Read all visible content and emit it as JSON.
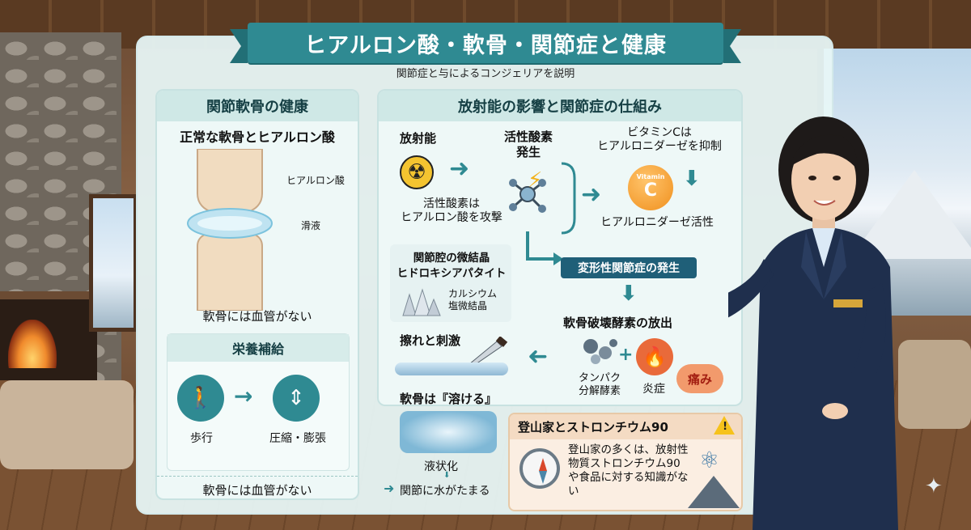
{
  "header": {
    "title": "ヒアルロン酸・軟骨・関節症と健康",
    "subtitle": "関節症と与によるコンジェリアを説明"
  },
  "left_panel": {
    "title": "関節軟骨の健康",
    "heading": "正常な軟骨とヒアルロン酸",
    "label_hyaluronic": "ヒアルロン酸",
    "label_synovial": "滑液",
    "note_top": "軟骨には血管がない",
    "nutrition": {
      "title": "栄養補給",
      "walk_label": "歩行",
      "compress_label": "圧縮・膨張"
    },
    "note_bottom": "軟骨には血管がない"
  },
  "right_panel": {
    "title": "放射能の影響と関節症の仕組み",
    "radioactivity": "放射能",
    "ros_generation": "活性酸素\n発生",
    "ros_attack": "活性酸素は\nヒアルロン酸を攻撃",
    "vitc_note": "ビタミンCは\nヒアルロニダーゼを抑制",
    "vitc_icon_text": "Vitamin",
    "vitc_letter": "C",
    "hyaluronidase_active": "ヒアルロニダーゼ活性",
    "oa_onset": "変形性関節症の発生",
    "crystal_title": "関節腔の微結晶\nヒドロキシアパタイト",
    "crystal_caption": "カルシウム\n塩微結晶",
    "enzyme_release": "軟骨破壊酵素の放出",
    "friction": "擦れと刺激",
    "protease": "タンパク\n分解酵素",
    "inflammation": "炎症",
    "pain": "痛み",
    "melts": "軟骨は『溶ける』",
    "liquefy": "液状化",
    "effusion": "関節に水がたまる"
  },
  "mountaineer_box": {
    "title": "登山家とストロンチウム90",
    "warning_mark": "!",
    "text": "登山家の多くは、放射性物質ストロンチウム90や食品に対する知識がない"
  },
  "colors": {
    "teal": "#2f8a92",
    "navy_box": "#1f5f78",
    "orange": "#f0901e",
    "warning": "#f6c21b"
  },
  "icons": [
    "radiation-icon",
    "lightning-icon",
    "molecule-icon",
    "vitamin-c-icon",
    "walking-icon",
    "compress-icon",
    "crystal-icon",
    "knife-icon",
    "fire-icon",
    "compass-icon",
    "atom-icon",
    "mountain-icon",
    "sparkle-icon"
  ]
}
